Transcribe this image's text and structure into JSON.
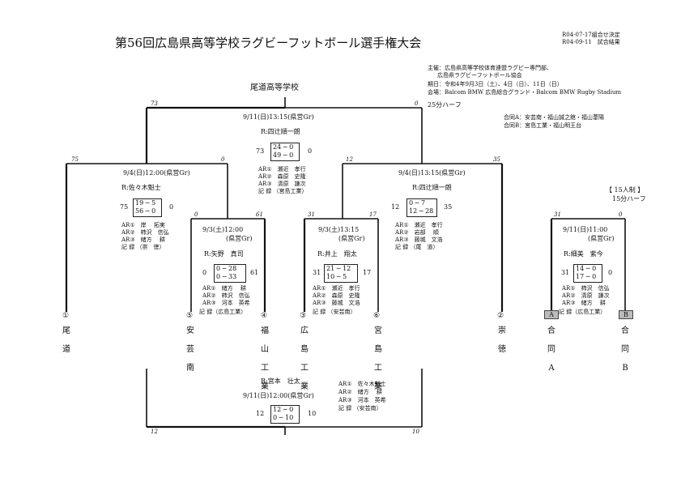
{
  "header": {
    "title": "第56回広島県高等学校ラグビーフットボール選手権大会",
    "notice1": "R04-07-17組合せ決定",
    "notice2": "R04-09-11　試合結果"
  },
  "info": {
    "organizer1": "主催：広島県高等学校体育連盟ラグビー専門部、",
    "organizer2": "広島県ラグビーフットボール協会",
    "dates": "期日：令和4年9月3日（土）、4日（日）、11日（日）",
    "venue": "会場：Balcom BMW 広島総合グランド・Balcom BMW Rugby Stadium",
    "format": "25分ハーフ",
    "combinedA": "合同A：安芸南・福山誠之館・福山葦陽",
    "combinedB": "合同B：宮島工業・福山明王台",
    "fifteen_title": "【 15人制 】",
    "fifteen_format": "15分ハーフ"
  },
  "champion": "尾道高等学校",
  "final": {
    "score_left": "73",
    "score_right": "0",
    "datetime": "9/11(日)13:15(県営Gr)",
    "referee": "R:四辻順一朗",
    "total_left": "73",
    "h1": "24 ─ 0",
    "h2": "49 ─ 0",
    "total_right": "0",
    "ar1": "AR①　瀬近　孝行",
    "ar2": "AR②　森原　史隆",
    "ar3": "AR③　清原　謙次",
    "recorder": "記 録 （宮島工業）"
  },
  "sf_left": {
    "score_left": "75",
    "score_right": "0",
    "datetime": "9/4(日)12:00(県営Gr)",
    "referee": "R:佐々木魁士",
    "total_left": "75",
    "h1": "19 ─ 5",
    "h2": "56 ─ 0",
    "total_right": "0",
    "ar1": "AR①　岸　 拓実",
    "ar2": "AR②　柿沢　信弘",
    "ar3": "AR③　緒方　 耕",
    "recorder": "記 録 （崇　徳）"
  },
  "sf_right": {
    "score_left": "12",
    "score_right": "35",
    "datetime": "9/4(日)13:15(県営Gr)",
    "referee": "R:四辻順一朗",
    "total_left": "12",
    "h1": "0 ─ 7",
    "h2": "12 ─ 28",
    "total_right": "35",
    "ar1": "AR①　瀬近　孝行",
    "ar2": "AR②　岩部　 順",
    "ar3": "AR③　藤城　文浩",
    "recorder": "記 録 （尾　道）"
  },
  "qf_left": {
    "score_left": "0",
    "score_right": "61",
    "datetime": "9/3(土)12:00",
    "venue": "(県営Gr)",
    "referee": "R:矢野　真司",
    "total_left": "0",
    "h1": "0 ─ 28",
    "h2": "0 ─ 33",
    "total_right": "61",
    "ar1": "AR①　緒方　 耕",
    "ar2": "AR②　柿沢　信弘",
    "ar3": "AR③　河本　英希",
    "recorder": "記 録（広島工業）"
  },
  "qf_right": {
    "score_left": "31",
    "score_right": "17",
    "datetime": "9/3(土)13:15",
    "venue": "(県営Gr)",
    "referee": "R:井上　翔太",
    "total_left": "31",
    "h1": "21 ─ 12",
    "h2": "10 ─ 5",
    "total_right": "17",
    "ar1": "AR①　瀬近　孝行",
    "ar2": "AR②　森原　史隆",
    "ar3": "AR③　藤城　文浩",
    "recorder": "記 録 （安芸南）"
  },
  "third": {
    "score_left": "12",
    "score_right": "10",
    "referee": "R:宮本　壮太",
    "datetime": "9/11(日)12:00(県営Gr)",
    "total_left": "12",
    "h1": "12 ─ 0",
    "h2": "0 ─ 10",
    "total_right": "10",
    "ar1": "AR①　佐々木魁士",
    "ar2": "AR②　緒方　 耕",
    "ar3": "AR③　河本　英希",
    "recorder": "記 録 （安芸南）"
  },
  "fifteen": {
    "score_left": "31",
    "score_right": "0",
    "datetime": "9/11(日)11:00",
    "venue": "(県営Gr)",
    "referee": "R:細美　紫今",
    "total_left": "31",
    "h1": "14 ─ 0",
    "h2": "17 ─ 0",
    "total_right": "0",
    "ar1": "AR①　柿沢　信弘",
    "ar2": "AR②　清原　謙次",
    "ar3": "AR③　緒方　 耕",
    "recorder": "記 録（広島工業）"
  },
  "teams": [
    {
      "seed": "①",
      "name": "尾道"
    },
    {
      "seed": "⑤",
      "name": "安芸南"
    },
    {
      "seed": "④",
      "name": "福山工業"
    },
    {
      "seed": "③",
      "name": "広島工業"
    },
    {
      "seed": "⑥",
      "name": "宮島工業"
    },
    {
      "seed": "②",
      "name": "崇徳"
    },
    {
      "seed": "A",
      "name": "合同A"
    },
    {
      "seed": "B",
      "name": "合同B"
    }
  ]
}
